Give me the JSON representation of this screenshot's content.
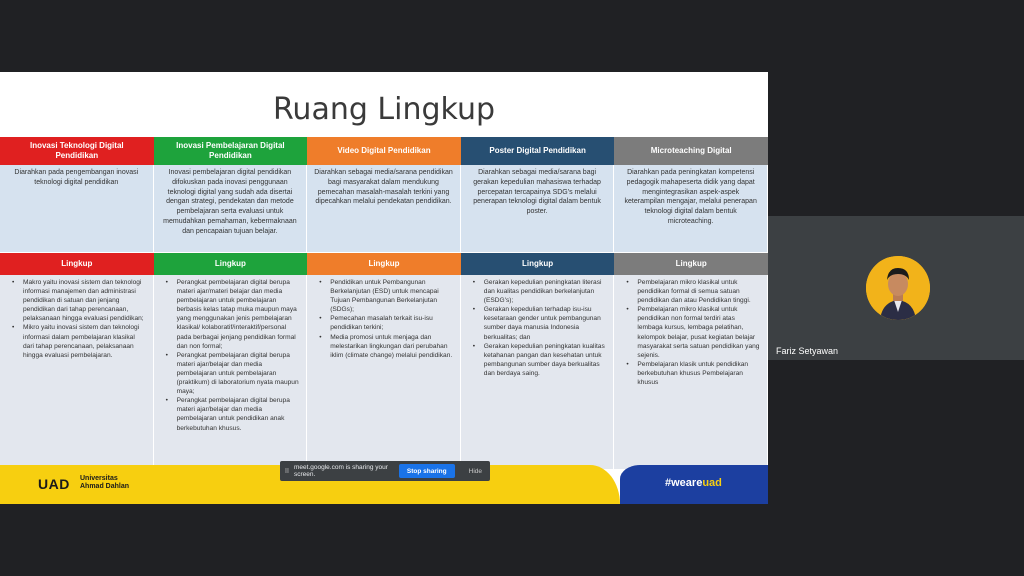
{
  "slide": {
    "title": "Ruang Lingkup",
    "columns": [
      {
        "header": "Inovasi Teknologi Digital Pendidikan",
        "desc": "Diarahkan pada pengembangan inovasi teknologi digital  pendidikan",
        "sub": "Lingkup",
        "items": [
          "Makro yaitu inovasi sistem dan teknologi informasi manajemen dan administrasi pendidikan di satuan dan jenjang pendidikan dari tahap perencanaan, pelaksanaan hingga evaluasi pendidikan;",
          "Mikro yaitu inovasi sistem dan teknologi informasi dalam pembelajaran klasikal dari tahap perencanaan, pelaksanaan hingga evaluasi pembelajaran."
        ]
      },
      {
        "header": "Inovasi Pembelajaran  Digital Pendidikan",
        "desc": "Inovasi pembelajaran digital pendidikan difokuskan pada inovasi penggunaan teknologi digital yang sudah ada disertai dengan strategi, pendekatan dan metode pembelajaran serta evaluasi untuk memudahkan pemahaman, kebermaknaan dan pencapaian tujuan belajar.",
        "sub": "Lingkup",
        "items": [
          "Perangkat pembelajaran digital berupa materi ajar/materi belajar dan media pembelajaran untuk pembelajaran berbasis kelas tatap muka maupun maya yang menggunakan jenis pembelajaran klasikal/ kolaboratif/interaktif/personal pada berbagai jenjang pendidikan formal dan non formal;",
          "Perangkat pembelajaran digital berupa materi ajar/belajar dan media pembelajaran untuk pembelajaran (praktikum) di laboratorium nyata maupun maya;",
          "Perangkat pembelajaran digital berupa materi ajar/belajar dan media pembelajaran untuk pendidikan anak berkebutuhan khusus."
        ]
      },
      {
        "header": "Video Digital Pendidikan",
        "desc": "Diarahkan sebagai media/sarana pendidikan bagi masyarakat dalam mendukung pemecahan masalah-masalah terkini yang dipecahkan melalui pendekatan pendidikan.",
        "sub": "Lingkup",
        "items": [
          "Pendidikan untuk Pembangunan Berkelanjutan (ESD) untuk mencapai Tujuan Pembangunan Berkelanjutan (SDGs);",
          "Pemecahan masalah terkait isu-isu pendidikan terkini;",
          "Media promosi untuk menjaga dan melestarikan lingkungan dari perubahan iklim (climate change) melalui pendidikan."
        ]
      },
      {
        "header": "Poster Digital Pendidikan",
        "desc": "Diarahkan sebagai media/sarana bagi gerakan kepedulian mahasiswa terhadap percepatan tercapainya SDG's melalui penerapan teknologi digital dalam bentuk poster.",
        "sub": "Lingkup",
        "items": [
          "Gerakan kepedulian peningkatan literasi dan kualitas pendidikan berkelanjutan (ESDG's);",
          "Gerakan kepedulian terhadap isu-isu kesetaraan gender untuk pembangunan sumber daya manusia Indonesia berkualitas; dan",
          "Gerakan kepedulian peningkatan kualitas ketahanan pangan dan kesehatan untuk pembangunan sumber daya berkualitas dan berdaya saing."
        ]
      },
      {
        "header": "Microteaching Digital",
        "desc": "Diarahkan pada peningkatan kompetensi pedagogik mahapeserta  didik yang dapat mengintegrasikan aspek-aspek keterampilan mengajar, melalui penerapan teknologi digital dalam bentuk microteaching.",
        "sub": "Lingkup",
        "items": [
          "Pembelajaran mikro klasikal untuk pendidikan formal di semua satuan pendidikan dan atau Pendidikan tinggi.",
          "Pembelajaran mikro klasikal untuk pendidikan non formal terdiri atas lembaga kursus,  lembaga pelatihan, kelompok belajar, pusat kegiatan belajar masyarakat serta satuan pendidikan yang sejenis.",
          "Pembelajaran klasik  untuk pendidikan berkebutuhan khusus  Pembelajaran khusus"
        ]
      }
    ],
    "footer": {
      "logo": "UAD",
      "name_line1": "Universitas",
      "name_line2": "Ahmad Dahlan",
      "hashtag_prefix": "#weare",
      "hashtag_suffix": "uad"
    }
  },
  "share_bar": {
    "grip": "II",
    "message": "meet.google.com is sharing your screen.",
    "stop_label": "Stop sharing",
    "hide_label": "Hide"
  },
  "participant": {
    "name": "Fariz Setyawan"
  },
  "colors": {
    "red": "#e02020",
    "green": "#1ea33c",
    "orange": "#ef7d2a",
    "navy": "#274f72",
    "gray": "#7c7c7c",
    "footer_yellow": "#f7cf10",
    "footer_blue": "#1c3fa0"
  }
}
